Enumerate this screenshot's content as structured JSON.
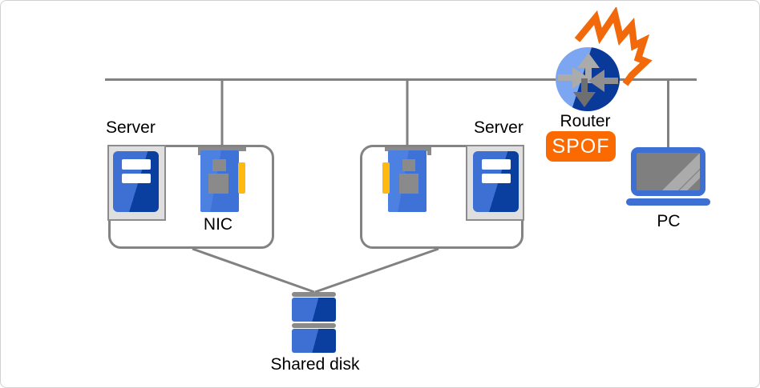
{
  "diagram": {
    "title": "SPOF network diagram",
    "labels": {
      "server_left": "Server",
      "server_right": "Server",
      "nic": "NIC",
      "router": "Router",
      "spof": "SPOF",
      "pc": "PC",
      "shared_disk": "Shared disk"
    },
    "icons": {
      "router": "router-icon",
      "explosion": "explosion-flash-icon",
      "server_left": "server-tower-icon",
      "server_right": "server-tower-icon",
      "nic_left": "network-card-icon",
      "nic_right": "network-card-icon",
      "pc": "laptop-icon",
      "shared_disk": "shared-disk-icon"
    },
    "colors": {
      "primary_blue": "#3e6fd2",
      "dark_blue": "#0b3f9f",
      "router_light_blue": "#7ca5f2",
      "router_dark_blue": "#0a3a99",
      "line_gray": "#818181",
      "panel_gray": "#dfdfdf",
      "nic_yellow": "#ffb90f",
      "flash_orange": "#f2690b",
      "spof_badge_orange": "#fa6a00",
      "label_color": "#000000"
    }
  }
}
